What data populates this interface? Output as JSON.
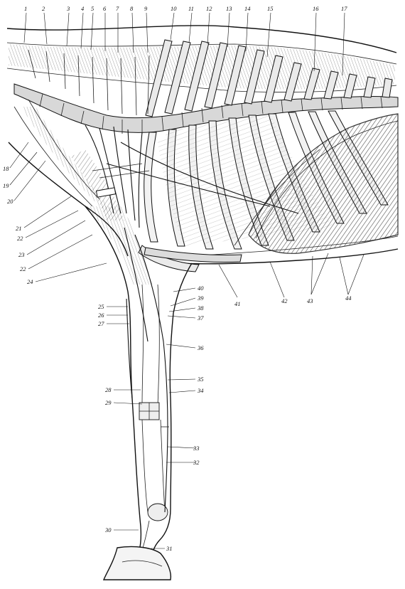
{
  "labels": {
    "l1": "1",
    "l2": "2",
    "l3": "3",
    "l4": "4",
    "l5": "5",
    "l6": "6",
    "l7": "7",
    "l8": "8",
    "l9": "9",
    "l10": "10",
    "l11": "11",
    "l12": "12",
    "l13": "13",
    "l14": "14",
    "l15": "15",
    "l16": "16",
    "l17": "17",
    "l18": "18",
    "l19": "19",
    "l20": "20",
    "l21": "21",
    "l22a": "22",
    "l22b": "22",
    "l23": "23",
    "l24": "24",
    "l25": "25",
    "l26": "26",
    "l27": "27",
    "l28": "28",
    "l29": "29",
    "l30": "30",
    "l31": "31",
    "l32": "32",
    "l33": "33",
    "l34": "34",
    "l35": "35",
    "l36": "36",
    "l37": "37",
    "l38": "38",
    "l39": "39",
    "l40": "40",
    "l41": "41",
    "l42": "42",
    "l43": "43",
    "l44": "44"
  }
}
